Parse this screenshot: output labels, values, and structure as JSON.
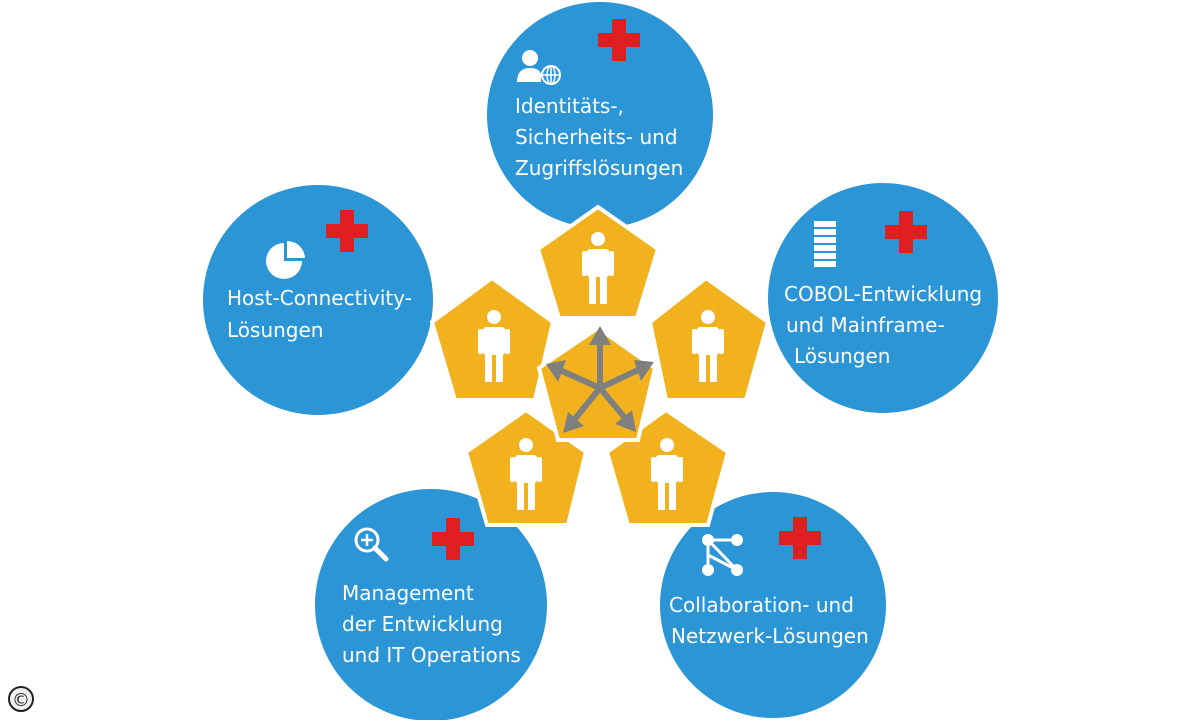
{
  "colors": {
    "circle": "#2b95d6",
    "pentagon": "#f1b21d",
    "pentagon_stroke": "#ffffff",
    "plus": "#e02020",
    "arrows": "#7f7f7f",
    "person": "#ffffff"
  },
  "solutions": [
    {
      "id": "identity",
      "icon": "user-globe-icon",
      "lines": [
        "Identitäts-,",
        "Sicherheits- und",
        "Zugriffslösungen"
      ]
    },
    {
      "id": "cobol",
      "icon": "server-icon",
      "lines": [
        "COBOL-Entwicklung",
        "und Mainframe-",
        "Lösungen"
      ]
    },
    {
      "id": "collaboration",
      "icon": "network-icon",
      "lines": [
        "Collaboration- und",
        "Netzwerk-Lösungen"
      ]
    },
    {
      "id": "management",
      "icon": "magnifier-icon",
      "lines": [
        "Management",
        "der Entwicklung",
        "und IT Operations"
      ]
    },
    {
      "id": "host",
      "icon": "pie-chart-icon",
      "lines": [
        "Host-Connectivity-",
        "Lösungen"
      ]
    }
  ],
  "copyright_symbol": "©"
}
